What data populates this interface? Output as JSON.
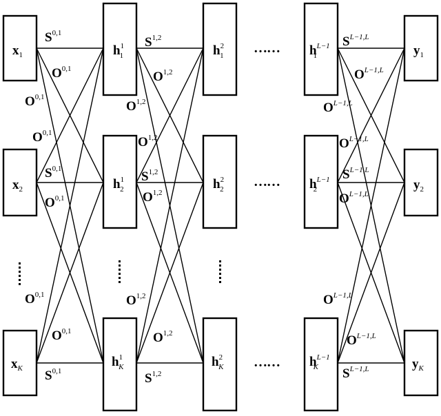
{
  "nodes": {
    "x1": {
      "base": "x",
      "sub": "1"
    },
    "x2": {
      "base": "x",
      "sub": "2"
    },
    "xK": {
      "base": "x",
      "sub": "K"
    },
    "h11": {
      "base": "h",
      "sup": "1",
      "sub": "1"
    },
    "h12": {
      "base": "h",
      "sup": "1",
      "sub": "2"
    },
    "h1K": {
      "base": "h",
      "sup": "1",
      "sub": "K"
    },
    "h21": {
      "base": "h",
      "sup": "2",
      "sub": "1"
    },
    "h22": {
      "base": "h",
      "sup": "2",
      "sub": "2"
    },
    "h2K": {
      "base": "h",
      "sup": "2",
      "sub": "K"
    },
    "hL1": {
      "base": "h",
      "sup": "L−1",
      "sub": "1"
    },
    "hL2": {
      "base": "h",
      "sup": "L−1",
      "sub": "2"
    },
    "hLK": {
      "base": "h",
      "sup": "L−1",
      "sub": "K"
    },
    "y1": {
      "base": "y",
      "sub": "1"
    },
    "y2": {
      "base": "y",
      "sub": "2"
    },
    "yK": {
      "base": "y",
      "sub": "K"
    }
  },
  "weights": {
    "s01": {
      "base": "S",
      "sup": "0,1"
    },
    "o01": {
      "base": "O",
      "sup": "0,1"
    },
    "s12": {
      "base": "S",
      "sup": "1,2"
    },
    "o12": {
      "base": "O",
      "sup": "1,2"
    },
    "sL": {
      "base": "S",
      "sup": "L−1,L"
    },
    "oL": {
      "base": "O",
      "sup": "L−1,L"
    }
  },
  "ellipsis": "……"
}
